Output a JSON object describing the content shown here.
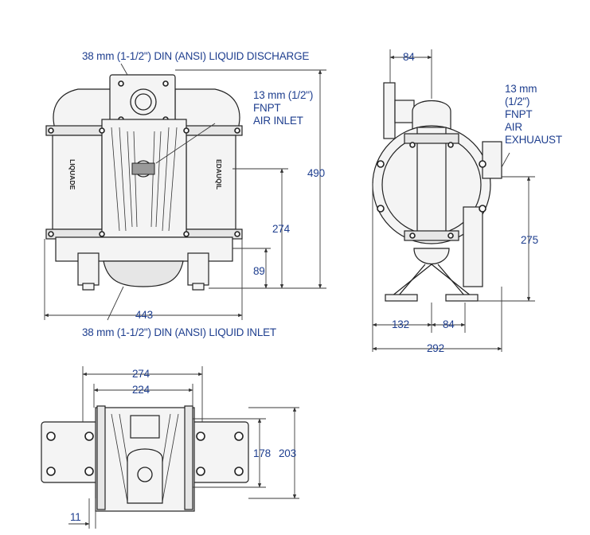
{
  "labels": {
    "discharge": "38 mm (1-1/2\") DIN (ANSI) LIQUID DISCHARGE",
    "inlet": "38 mm (1-1/2\") DIN (ANSI) LIQUID INLET",
    "air_inlet": [
      "13 mm (1/2\")",
      "FNPT",
      "AIR INLET"
    ],
    "air_exhaust": [
      "13 mm",
      "(1/2\")",
      "FNPT",
      "AIR",
      "EXHUAUST"
    ],
    "side_text_left": "LIQUADE",
    "side_text_right": "EDAUQIL"
  },
  "dimensions": {
    "front_height": "490",
    "front_inlet_to_air": "274",
    "front_base_to_inlet": "89",
    "front_width": "443",
    "side_top": "84",
    "side_exhaust_height": "275",
    "side_left": "132",
    "side_right": "84",
    "side_width": "292",
    "bottom_outer": "274",
    "bottom_inner": "224",
    "bottom_h1": "178",
    "bottom_h2": "203",
    "bottom_slot": "11"
  }
}
